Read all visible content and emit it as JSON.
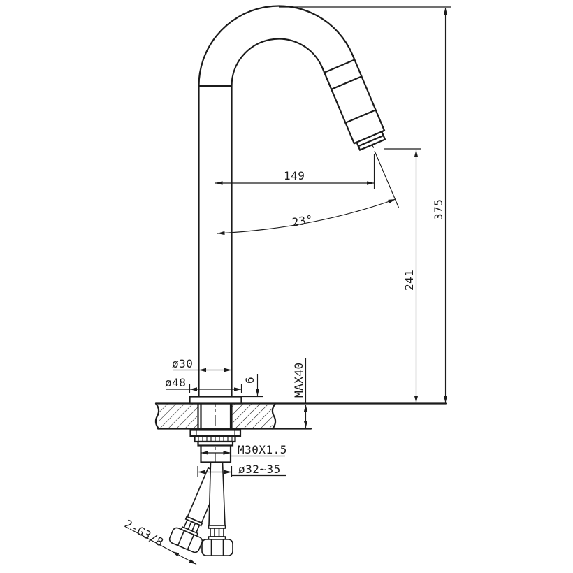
{
  "drawing": {
    "kind": "faucet installation technical drawing",
    "labels": {
      "spout_reach": "149",
      "spout_angle": "23°",
      "overall_height": "375",
      "height_to_spout": "241",
      "body_diameter": "ø30",
      "base_diameter": "ø48",
      "base_height": "6",
      "max_counter_thickness": "MAX40",
      "mounting_thread": "M30X1.5",
      "hole_diameter": "ø32~35",
      "supply_connections": "2-G3/8"
    }
  }
}
